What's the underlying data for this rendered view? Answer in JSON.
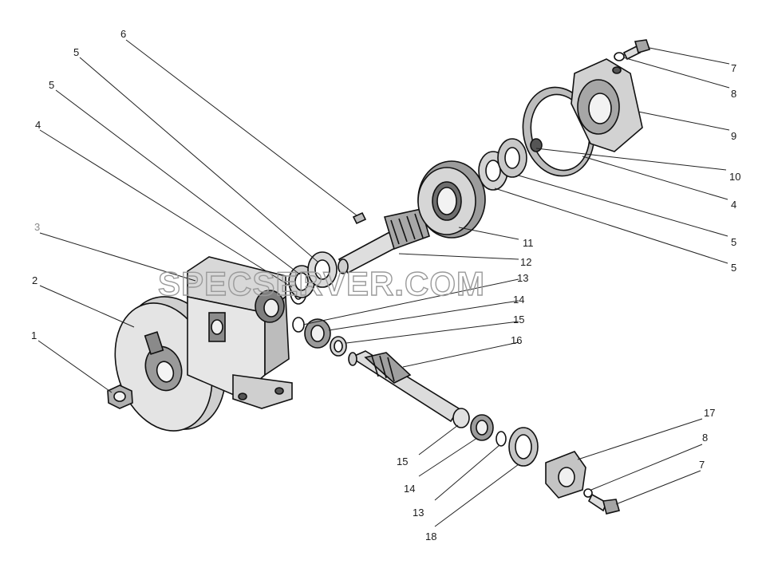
{
  "watermark": "SPECSERVER.COM",
  "colors": {
    "ink": "#111111",
    "fill_light": "#e6e6e6",
    "fill_mid": "#bdbdbd",
    "fill_dark": "#7a7a7a",
    "muted_label": "#8a8a8a"
  },
  "callouts": [
    {
      "id": "c6",
      "label": "6"
    },
    {
      "id": "c5a",
      "label": "5"
    },
    {
      "id": "c5b",
      "label": "5"
    },
    {
      "id": "c4a",
      "label": "4"
    },
    {
      "id": "c3",
      "label": "3",
      "muted": true
    },
    {
      "id": "c2",
      "label": "2"
    },
    {
      "id": "c1",
      "label": "1"
    },
    {
      "id": "c7a",
      "label": "7"
    },
    {
      "id": "c8a",
      "label": "8"
    },
    {
      "id": "c9",
      "label": "9"
    },
    {
      "id": "c10",
      "label": "10"
    },
    {
      "id": "c4b",
      "label": "4"
    },
    {
      "id": "c5c",
      "label": "5"
    },
    {
      "id": "c5d",
      "label": "5"
    },
    {
      "id": "c11",
      "label": "11"
    },
    {
      "id": "c12",
      "label": "12"
    },
    {
      "id": "c13a",
      "label": "13"
    },
    {
      "id": "c14a",
      "label": "14"
    },
    {
      "id": "c15a",
      "label": "15"
    },
    {
      "id": "c16",
      "label": "16"
    },
    {
      "id": "c15b",
      "label": "15"
    },
    {
      "id": "c14b",
      "label": "14"
    },
    {
      "id": "c13b",
      "label": "13"
    },
    {
      "id": "c18",
      "label": "18"
    },
    {
      "id": "c17",
      "label": "17"
    },
    {
      "id": "c8b",
      "label": "8"
    },
    {
      "id": "c7b",
      "label": "7"
    }
  ]
}
